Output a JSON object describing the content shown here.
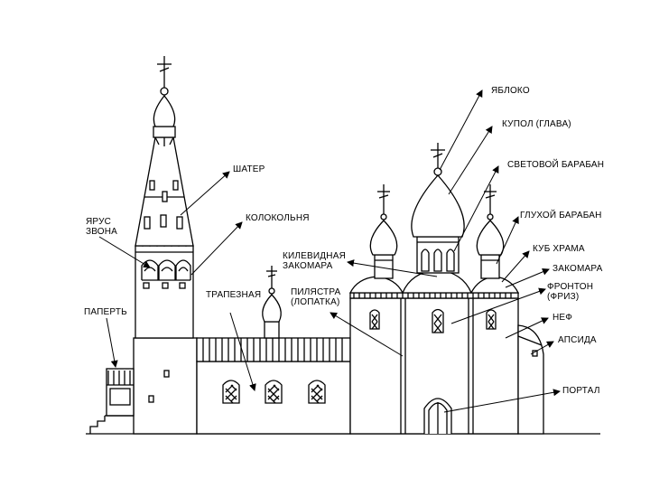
{
  "labels": {
    "yabloko": "ЯБЛОКО",
    "kupol": "КУПОЛ (ГЛАВА)",
    "svetovoy_baraban": "СВЕТОВОЙ БАРАБАН",
    "shater": "ШАТЕР",
    "glukhoy_baraban": "ГЛУХОЙ БАРАБАН",
    "yarus_zvona": [
      "ЯРУС",
      "ЗВОНА"
    ],
    "kolokolnya": "КОЛОКОЛЬНЯ",
    "kub_khrama": "КУБ ХРАМА",
    "kilevidnaya_zakomara": [
      "КИЛЕВИДНАЯ",
      "ЗАКОМАРА"
    ],
    "zakomara": "ЗАКОМАРА",
    "trapeznaya": "ТРАПЕЗНАЯ",
    "pilyastra": [
      "ПИЛЯСТРА",
      "(ЛОПАТКА)"
    ],
    "fronton": [
      "ФРОНТОН",
      "(ФРИЗ)"
    ],
    "paperte": "ПАПЕРТЬ",
    "nef": "НЕФ",
    "apsida": "АПСИДА",
    "portal": "ПОРТАЛ"
  },
  "colors": {
    "line": "#000000",
    "background": "#ffffff"
  }
}
